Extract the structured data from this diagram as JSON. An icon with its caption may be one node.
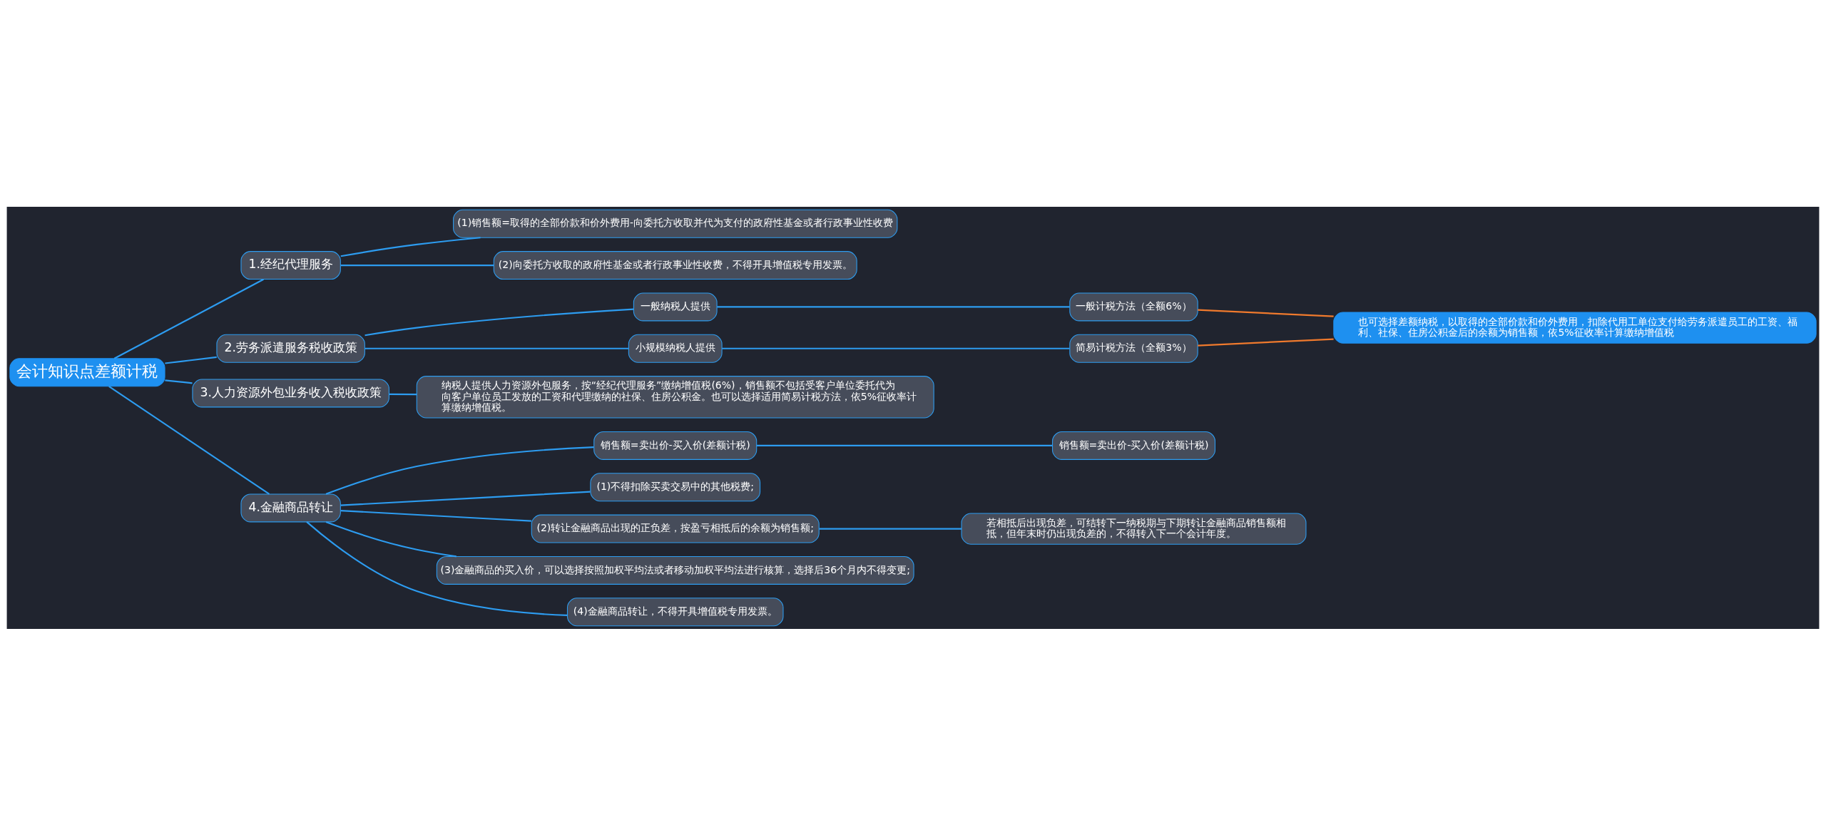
{
  "diagram": {
    "nodes": [
      {
        "text": [
          "会计知识点差额计税"
        ]
      },
      {
        "text": [
          "1.经纪代理服务"
        ]
      },
      {
        "text": [
          "(1)销售额=取得的全部价款和价外费用-向委托方收取并代为支付的政府性基金或者行政事业性收费"
        ]
      },
      {
        "text": [
          "(2)向委托方收取的政府性基金或者行政事业性收费，不得开具增值税专用发票。"
        ]
      },
      {
        "text": [
          "2.劳务派遣服务税收政策"
        ]
      },
      {
        "text": [
          "一般纳税人提供"
        ]
      },
      {
        "text": [
          "一般计税方法（全额6%）"
        ]
      },
      {
        "text": [
          "小规模纳税人提供"
        ]
      },
      {
        "text": [
          "简易计税方法（全额3%）"
        ]
      },
      {
        "text": [
          "也可选择差额纳税，以取得的全部价款和价外费用，扣除代用工单位支付给劳务派遣员工的工资、福利、社保、住房公积金后的余额为销售额，依5%征收率计算缴纳增值税"
        ]
      },
      {
        "text": [
          "3.人力资源外包业务收入税收政策"
        ]
      },
      {
        "text": [
          "纳税人提供人力资源外包服务，按“经纪代理服务”缴纳增值税(6%)，销售额不包括受客户单位委托代为向客户单位员工发放的工资和代理缴纳的社保、住房公积金。也可以选择适用简易计税方法，依5%征收率计算缴纳增值税。"
        ]
      },
      {
        "text": [
          "4.金融商品转让"
        ]
      },
      {
        "text": [
          "销售额=卖出价-买入价(差额计税)"
        ]
      },
      {
        "text": [
          "销售额=卖出价-买入价(差额计税)"
        ]
      },
      {
        "text": [
          "(1)不得扣除买卖交易中的其他税费;"
        ]
      },
      {
        "text": [
          "(2)转让金融商品出现的正负差，按盈亏相抵后的余额为销售额;"
        ]
      },
      {
        "text": [
          "若相抵后出现负差，可结转下一纳税期与下期转让金融商品销售额相抵，但年末时仍出现负差的，不得转入下一个会计年度。"
        ]
      },
      {
        "text": [
          "(3)金融商品的买入价，可以选择按照加权平均法或者移动加权平均法进行核算，选择后36个月内不得变更;"
        ]
      },
      {
        "text": [
          "(4)金融商品转让，不得开具增值税专用发票。"
        ]
      }
    ],
    "edges": [
      {
        "from": 0,
        "to": 1,
        "arrow": "none"
      },
      {
        "from": 1,
        "to": 2,
        "arrow": "none"
      },
      {
        "from": 1,
        "to": 3,
        "arrow": "none"
      },
      {
        "from": 0,
        "to": 4,
        "arrow": "none"
      },
      {
        "from": 4,
        "to": 5,
        "arrow": "none"
      },
      {
        "from": 5,
        "to": 6,
        "arrow": "none"
      },
      {
        "from": 4,
        "to": 7,
        "arrow": "none"
      },
      {
        "from": 7,
        "to": 8,
        "arrow": "none"
      },
      {
        "from": 6,
        "to": 9,
        "arrow": "none",
        "color": "#f07a2d"
      },
      {
        "from": 8,
        "to": 9,
        "arrow": "none",
        "color": "#f07a2d"
      },
      {
        "from": 0,
        "to": 10,
        "arrow": "none"
      },
      {
        "from": 10,
        "to": 11,
        "arrow": "none"
      },
      {
        "from": 0,
        "to": 12,
        "arrow": "none"
      },
      {
        "from": 12,
        "to": 13,
        "arrow": "none"
      },
      {
        "from": 13,
        "to": 14,
        "arrow": "none"
      },
      {
        "from": 12,
        "to": 15,
        "arrow": "none"
      },
      {
        "from": 12,
        "to": 16,
        "arrow": "none"
      },
      {
        "from": 16,
        "to": 17,
        "arrow": "none"
      },
      {
        "from": 12,
        "to": 18,
        "arrow": "none"
      },
      {
        "from": 12,
        "to": 19,
        "arrow": "none"
      }
    ]
  }
}
